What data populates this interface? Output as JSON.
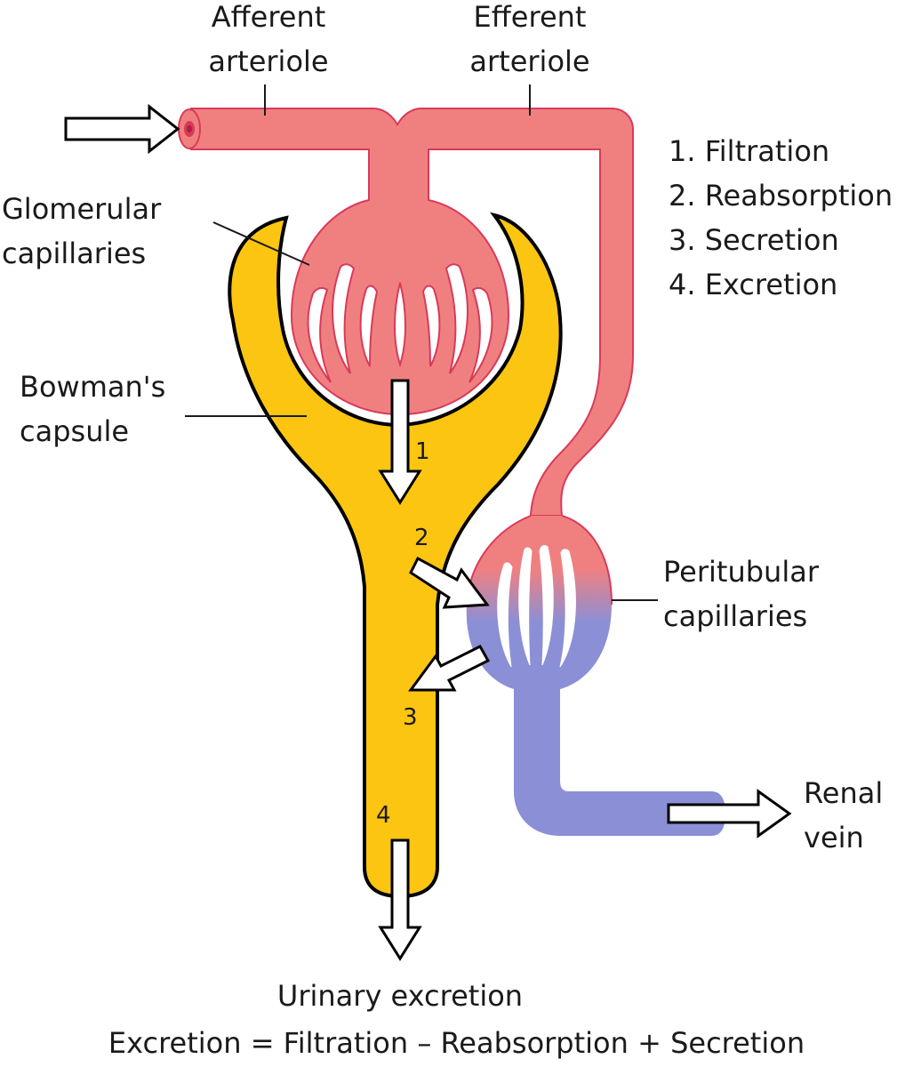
{
  "labels": {
    "afferent": [
      "Afferent",
      "arteriole"
    ],
    "efferent": [
      "Efferent",
      "arteriole"
    ],
    "glomerular": [
      "Glomerular",
      "capillaries"
    ],
    "bowman": [
      "Bowman's",
      "capsule"
    ],
    "peritubular": [
      "Peritubular",
      "capillaries"
    ],
    "renal_vein": [
      "Renal",
      "vein"
    ],
    "urinary": "Urinary excretion",
    "equation": "Excretion = Filtration – Reabsorption + Secretion"
  },
  "processes": [
    "1. Filtration",
    "2. Reabsorption",
    "3. Secretion",
    "4. Excretion"
  ],
  "step_numbers": [
    "1",
    "2",
    "3",
    "4"
  ],
  "colors": {
    "blood_arterial": "#f08080",
    "blood_venous": "#8b8fd6",
    "capsule": "#fcc511",
    "outline_red": "#d93a5a",
    "outline_black": "#000000"
  }
}
